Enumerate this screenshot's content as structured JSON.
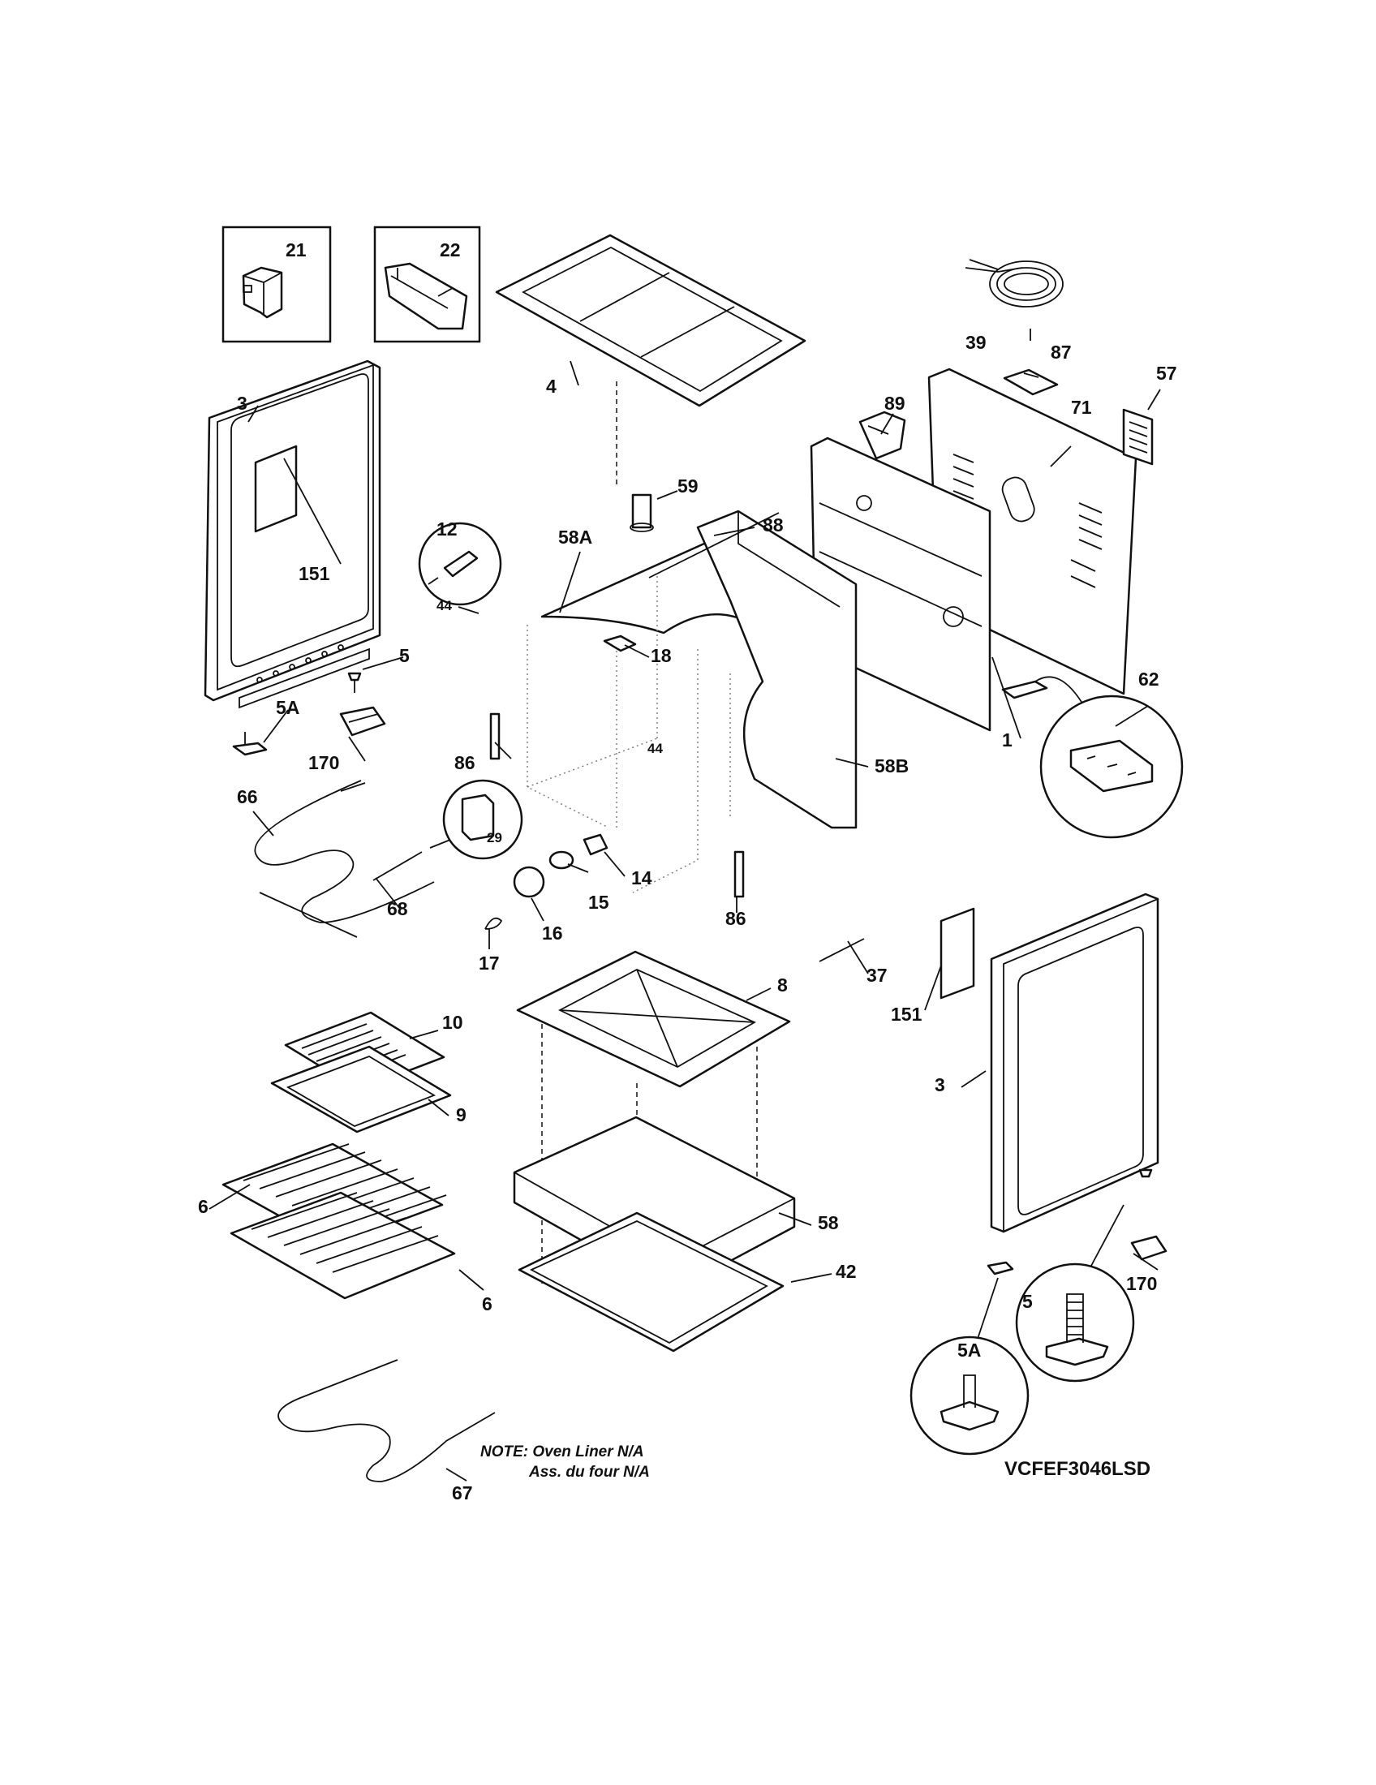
{
  "diagram": {
    "model_number": "VCFEF3046LSD",
    "note_line1": "NOTE: Oven Liner N/A",
    "note_line2": "Ass. du four N/A",
    "part_labels": [
      "21",
      "22",
      "3",
      "4",
      "39",
      "87",
      "57",
      "89",
      "71",
      "59",
      "88",
      "12",
      "58A",
      "151",
      "44",
      "18",
      "5",
      "5A",
      "170",
      "86",
      "44",
      "1",
      "62",
      "58B",
      "66",
      "29",
      "14",
      "15",
      "16",
      "68",
      "86",
      "17",
      "37",
      "8",
      "10",
      "151",
      "9",
      "3",
      "6",
      "58",
      "6",
      "42",
      "170",
      "5",
      "5A",
      "67"
    ]
  }
}
